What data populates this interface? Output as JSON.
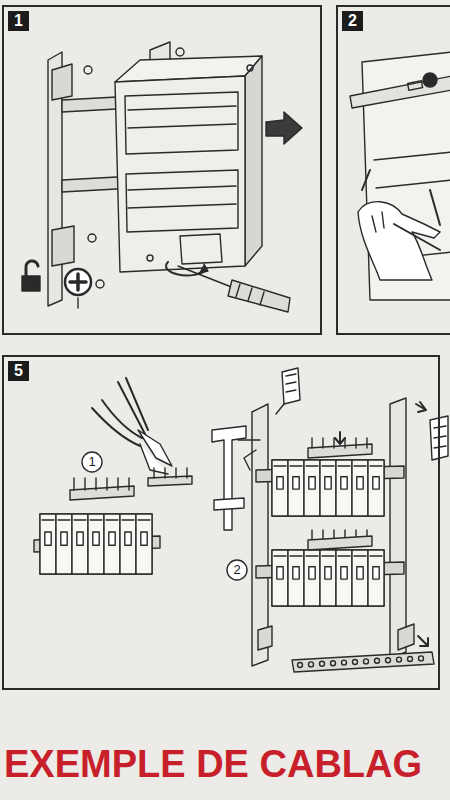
{
  "diagram": {
    "title": "EXEMPLE DE CABLAG",
    "nodes": [
      {
        "text": [
          "1"
        ]
      },
      {
        "text": [
          "2"
        ]
      },
      {
        "text": [
          "5"
        ]
      }
    ],
    "edges": [],
    "labels": [
      "1",
      "2"
    ]
  }
}
